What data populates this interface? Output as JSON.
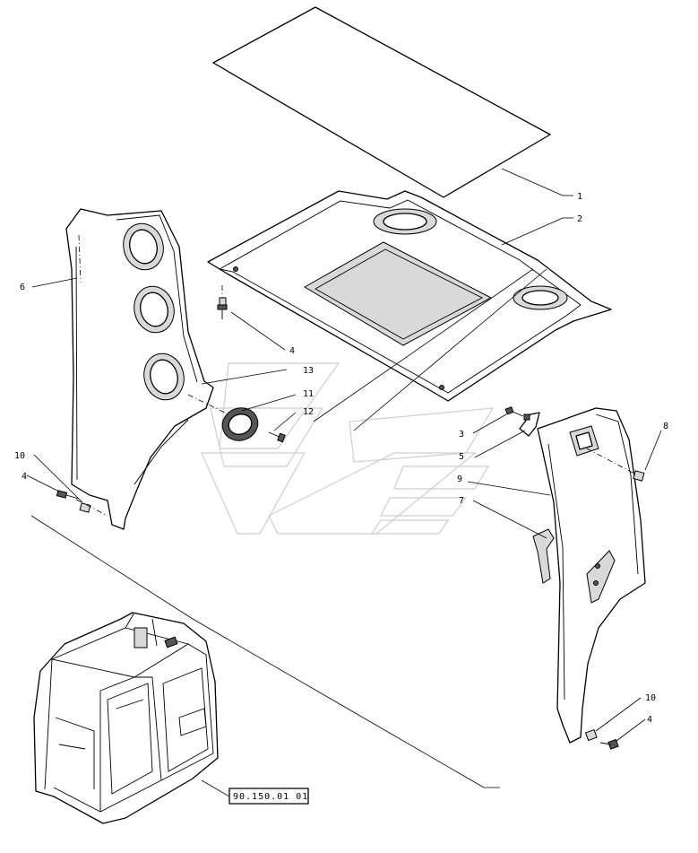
{
  "callouts": {
    "c1": "1",
    "c2": "2",
    "c3": "3",
    "c4a": "4",
    "c4b": "4",
    "c4c": "4",
    "c5": "5",
    "c6": "6",
    "c7": "7",
    "c8": "8",
    "c9": "9",
    "c10a": "10",
    "c10b": "10",
    "c11": "11",
    "c12": "12",
    "c13": "13"
  },
  "reference_box": "90.150.01 01"
}
